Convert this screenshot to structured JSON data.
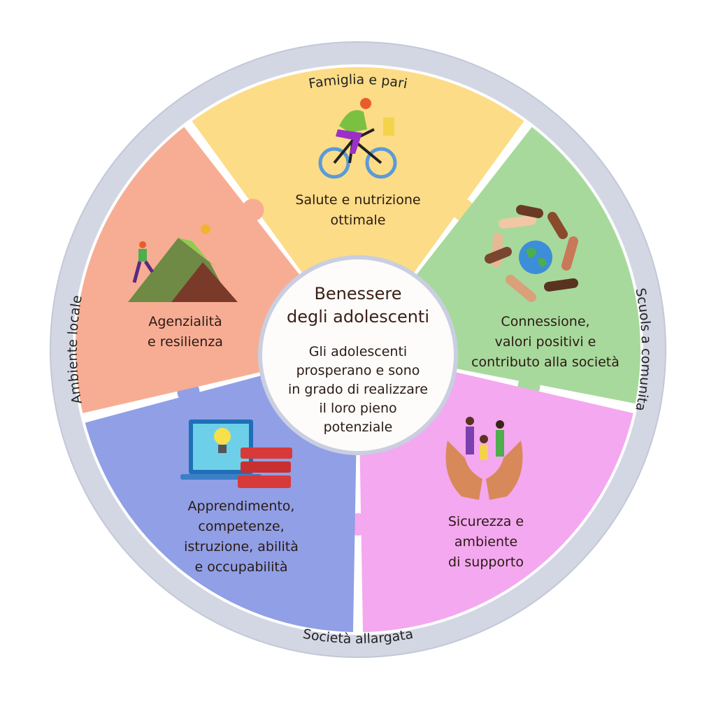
{
  "ring_labels": {
    "top": "Famiglia e pari",
    "right": "Scuols a comunita",
    "bottom": "Società allargata",
    "left": "Ambiente locale"
  },
  "center": {
    "title": "Benessere\ndegli adolescenti",
    "subtitle": "Gli adolescenti\nprosperano e sono\nin grado di realizzare\nil loro pieno\npotenziale"
  },
  "segments": [
    {
      "label": "Salute e nutrizione\nottimale",
      "color": "#fcdc87",
      "icon": "cyclist-icon"
    },
    {
      "label": "Connessione,\nvalori positivi e\ncontributo alla società",
      "color": "#a8d99c",
      "icon": "hands-globe-icon"
    },
    {
      "label": "Sicurezza e\nambiente\ndi supporto",
      "color": "#f4a8ef",
      "icon": "hands-people-icon"
    },
    {
      "label": "Apprendimento,\ncompetenze,\nistruzione, abilità\ne occupabilità",
      "color": "#909fe6",
      "icon": "laptop-books-icon"
    },
    {
      "label": "Agenzialità\ne resilienza",
      "color": "#f7ad94",
      "icon": "mountain-climber-icon"
    }
  ],
  "colors": {
    "ring": "#d3d7e4",
    "center": "#fdfcfa"
  }
}
